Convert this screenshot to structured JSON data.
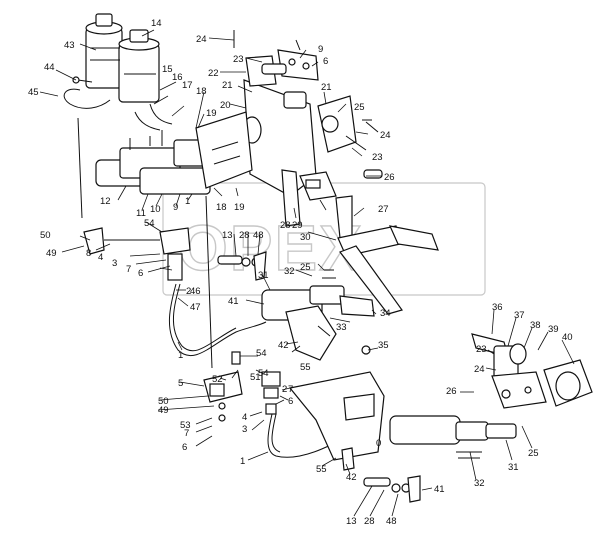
{
  "watermark": "OPEX",
  "labels": [
    "14",
    "24",
    "43",
    "22",
    "9",
    "23",
    "6",
    "44",
    "15",
    "16",
    "21",
    "45",
    "17",
    "18",
    "20",
    "21",
    "25",
    "19",
    "24",
    "23",
    "26",
    "12",
    "11",
    "10",
    "9",
    "1",
    "18",
    "19",
    "28",
    "29",
    "27",
    "30",
    "50",
    "54",
    "13",
    "28",
    "48",
    "49",
    "8",
    "4",
    "3",
    "7",
    "6",
    "25",
    "31",
    "32",
    "2",
    "46",
    "47",
    "41",
    "33",
    "34",
    "36",
    "37",
    "38",
    "39",
    "40",
    "1",
    "42",
    "54",
    "35",
    "23",
    "24",
    "26",
    "5",
    "52",
    "51",
    "54",
    "7",
    "55",
    "50",
    "49",
    "53",
    "7",
    "6",
    "4",
    "3",
    "2",
    "6",
    "1",
    "31",
    "25",
    "0",
    "55",
    "42",
    "32",
    "41",
    "13",
    "28",
    "48"
  ]
}
